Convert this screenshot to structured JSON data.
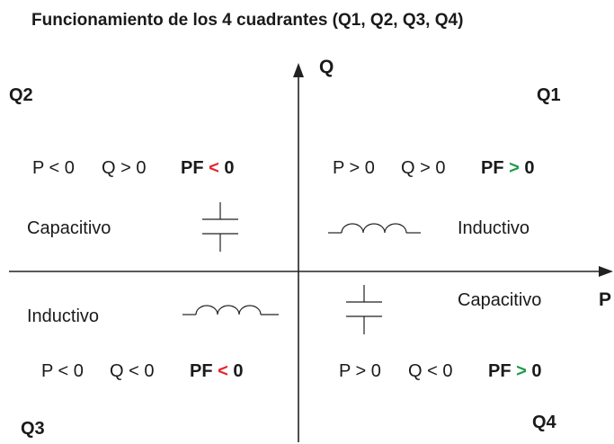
{
  "title": "Funcionamiento de los 4 cuadrantes (Q1, Q2, Q3, Q4)",
  "axes": {
    "x_label": "P",
    "y_label": "Q"
  },
  "quadrants": {
    "q1": {
      "label": "Q1",
      "cond_p": "P > 0",
      "cond_q": "Q > 0",
      "pf_prefix": "PF",
      "pf_sign": ">",
      "pf_value": "0",
      "type": "Inductivo",
      "component": "inductor-icon"
    },
    "q2": {
      "label": "Q2",
      "cond_p": "P < 0",
      "cond_q": "Q > 0",
      "pf_prefix": "PF",
      "pf_sign": "<",
      "pf_value": "0",
      "type": "Capacitivo",
      "component": "capacitor-icon"
    },
    "q3": {
      "label": "Q3",
      "cond_p": "P < 0",
      "cond_q": "Q < 0",
      "pf_prefix": "PF",
      "pf_sign": "<",
      "pf_value": "0",
      "type": "Inductivo",
      "component": "inductor-icon"
    },
    "q4": {
      "label": "Q4",
      "cond_p": "P > 0",
      "cond_q": "Q < 0",
      "pf_prefix": "PF",
      "pf_sign": ">",
      "pf_value": "0",
      "type": "Capacitivo",
      "component": "capacitor-icon"
    }
  },
  "colors": {
    "negative_sign": "#e8232a",
    "positive_sign": "#1f9a4a",
    "axis": "#222222"
  }
}
